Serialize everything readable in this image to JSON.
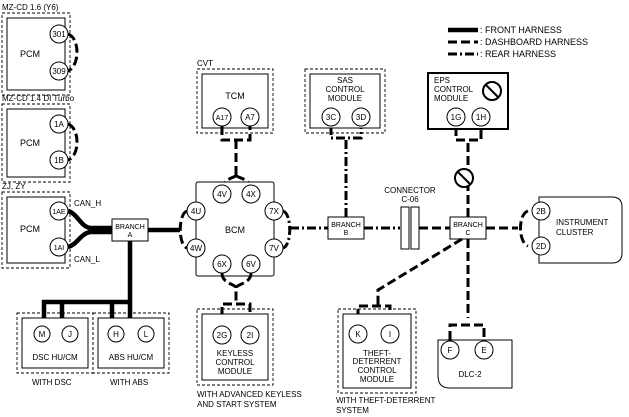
{
  "legend": {
    "front": ": FRONT HARNESS",
    "dashboard": ": DASHBOARD HARNESS",
    "rear": ": REAR HARNESS"
  },
  "groups": {
    "mzcd16": "MZ-CD 1.6 (Y6)",
    "mzcd14": "MZ-CD 1.4 DI Turbo",
    "zj": "ZJ, ZY",
    "cvt": "CVT",
    "with_dsc": "WITH DSC",
    "with_abs": "WITH ABS",
    "with_keyless_1": "WITH ADVANCED KEYLESS",
    "with_keyless_2": "AND START SYSTEM",
    "with_theft_1": "WITH THEFT-DETERRENT",
    "with_theft_2": "SYSTEM"
  },
  "modules": {
    "pcm": "PCM",
    "tcm": "TCM",
    "bcm": "BCM",
    "sas": [
      "SAS",
      "CONTROL",
      "MODULE"
    ],
    "eps": [
      "EPS",
      "CONTROL",
      "MODULE"
    ],
    "keyless": [
      "KEYLESS",
      "CONTROL",
      "MODULE"
    ],
    "theft": [
      "THEFT-",
      "DETERRENT",
      "CONTROL",
      "MODULE"
    ],
    "dsc": "DSC HU/CM",
    "abs": "ABS HU/CM",
    "cluster": [
      "INSTRUMENT",
      "CLUSTER"
    ],
    "dlc": "DLC-2"
  },
  "branches": {
    "a": [
      "BRANCH",
      "A"
    ],
    "b": [
      "BRANCH",
      "B"
    ],
    "c": [
      "BRANCH",
      "C"
    ]
  },
  "connector": [
    "CONNECTOR",
    "C-06"
  ],
  "can_h": "CAN_H",
  "can_l": "CAN_L",
  "pins": {
    "pcm16_top": "301",
    "pcm16_bot": "309",
    "pcm14_top": "1A",
    "pcm14_bot": "1B",
    "pcmzj_top": "1AE",
    "pcmzj_bot": "1AI",
    "tcm_left": "A17",
    "tcm_right": "A7",
    "sas_left": "3C",
    "sas_right": "3D",
    "eps_left": "1G",
    "eps_right": "1H",
    "bcm_4v": "4V",
    "bcm_4x": "4X",
    "bcm_4u": "4U",
    "bcm_7x": "7X",
    "bcm_4w": "4W",
    "bcm_7v": "7V",
    "bcm_6x": "6X",
    "bcm_6v": "6V",
    "key_left": "2G",
    "key_right": "2I",
    "theft_left": "K",
    "theft_right": "I",
    "dsc_left": "M",
    "dsc_right": "J",
    "abs_left": "H",
    "abs_right": "L",
    "dlc_left": "F",
    "dlc_right": "E",
    "ic_top": "2B",
    "ic_bot": "2D"
  }
}
